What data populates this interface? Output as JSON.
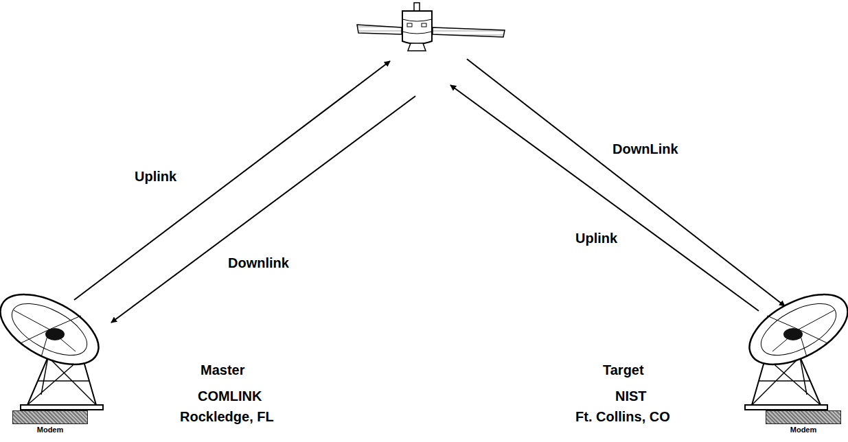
{
  "diagram": {
    "nodes": [
      {
        "text": [
          "Modem"
        ]
      },
      {
        "text": [
          "Modem"
        ]
      }
    ],
    "labels": [
      "Uplink",
      "Downlink",
      "DownLink",
      "Uplink",
      "Master",
      "COMLINK",
      "Rockledge, FL",
      "Target",
      "NIST",
      "Ft. Collins, CO"
    ]
  }
}
